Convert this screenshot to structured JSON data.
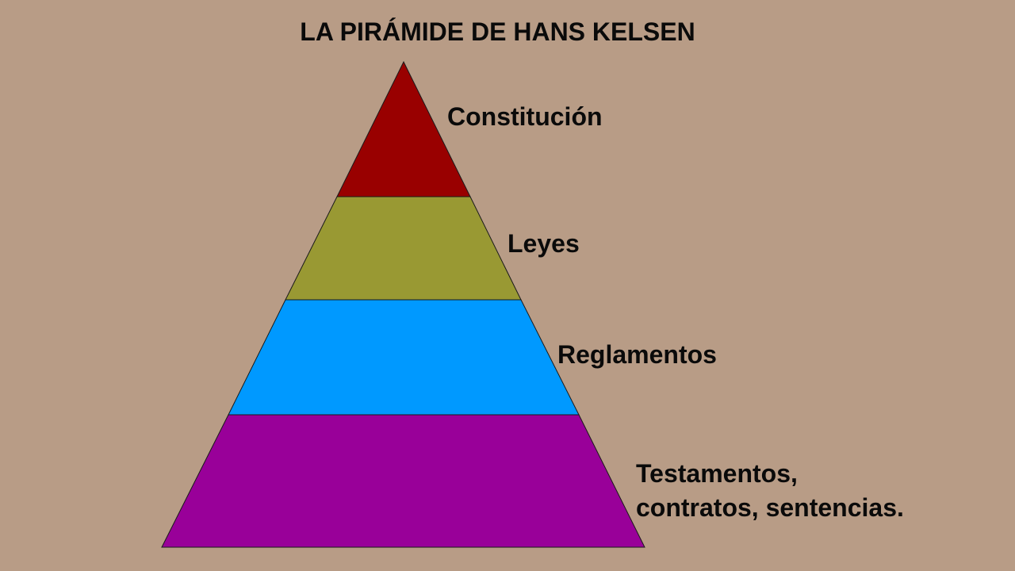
{
  "title": "LA PIRÁMIDE DE HANS KELSEN",
  "colors": {
    "background": "#b89c86",
    "constitucion": "#990000",
    "leyes": "#999933",
    "reglamentos": "#0099ff",
    "testamentos": "#990099",
    "outline": "#1a1a1a"
  },
  "levels": [
    {
      "label": "Constitución",
      "color": "#990000"
    },
    {
      "label": "Leyes",
      "color": "#999933"
    },
    {
      "label": "Reglamentos",
      "color": "#0099ff"
    },
    {
      "label_line1": "Testamentos,",
      "label_line2": "contratos, sentencias.",
      "color": "#990099"
    }
  ]
}
